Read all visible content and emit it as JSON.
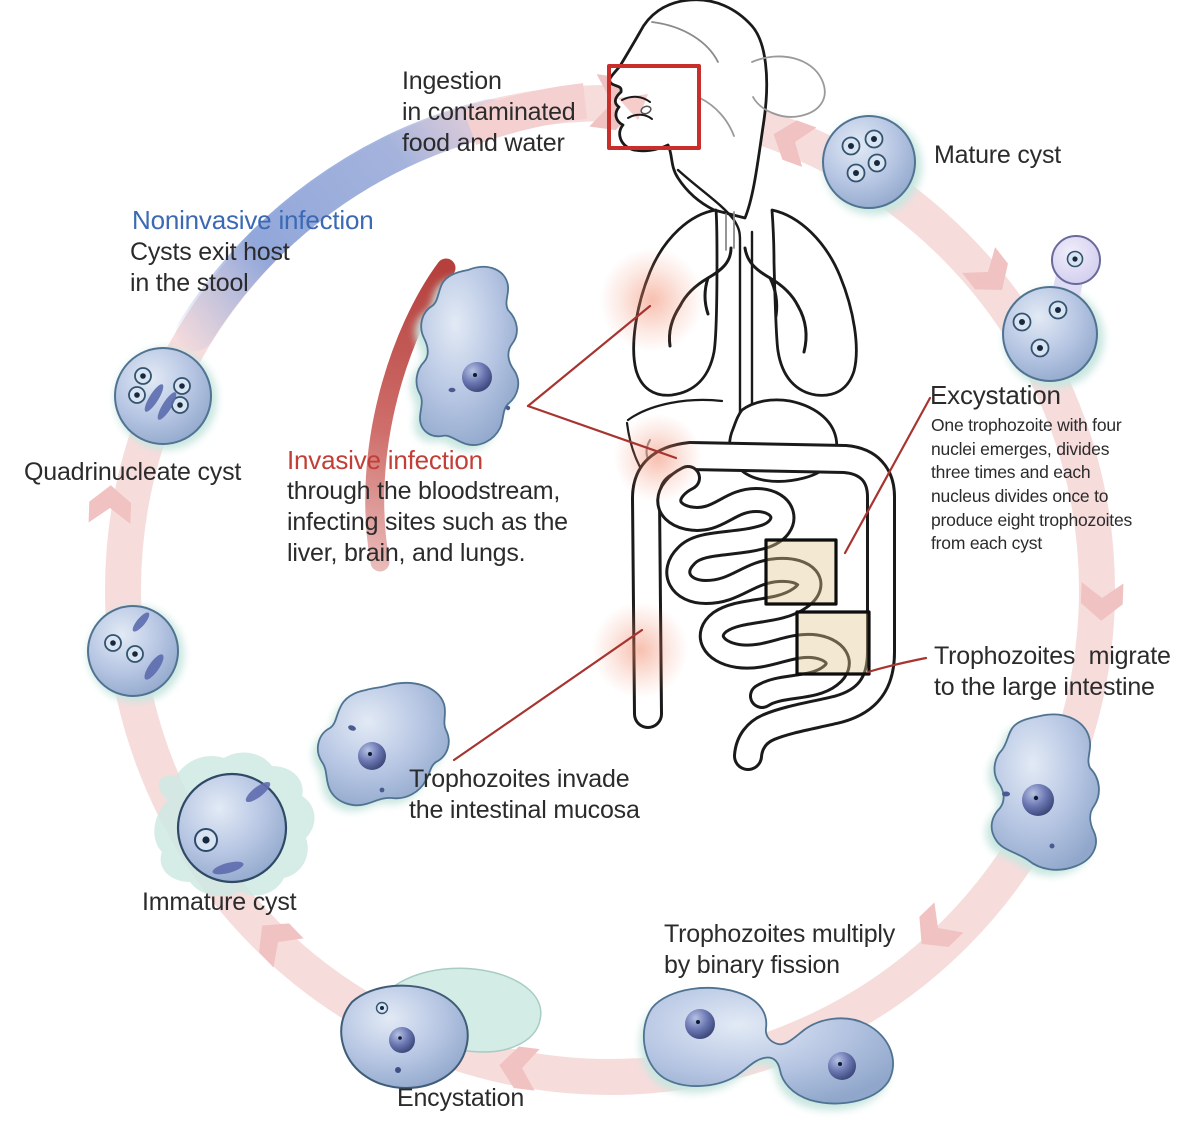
{
  "figure": {
    "subject": "Parasite life cycle diagram",
    "cycle": {
      "stages": [
        {
          "id": "ingestion",
          "label": "Ingestion\nin contaminated\nfood and water"
        },
        {
          "id": "mature-cyst",
          "label": "Mature cyst"
        },
        {
          "id": "excystation",
          "label": "Excystation",
          "description": "One trophozoite with four\nnuclei emerges, divides\nthree times and each\nnucleus divides once to\nproduce eight trophozoites\nfrom each cyst"
        },
        {
          "id": "migrate",
          "label": "Trophozoites  migrate\nto the large intestine"
        },
        {
          "id": "multiply",
          "label": "Trophozoites multiply\nby binary fission"
        },
        {
          "id": "encystation",
          "label": "Encystation"
        },
        {
          "id": "immature-cyst",
          "label": "Immature cyst"
        },
        {
          "id": "quadrinucleate-cyst",
          "label": "Quadrinucleate cyst"
        },
        {
          "id": "invade",
          "label": "Trophozoites invade\nthe intestinal mucosa"
        }
      ]
    },
    "pathways": {
      "noninvasive": {
        "title": "Noninvasive infection",
        "description": "Cysts exit host\nin the stool",
        "color": "#3b69b4"
      },
      "invasive": {
        "title": "Invasive infection",
        "description": "through the bloodstream,\ninfecting sites such as the\nliver, brain, and lungs.",
        "color": "#c23e36"
      }
    },
    "colors": {
      "cycle_ring": "#f7dcdc",
      "cycle_arrow": "#f1c2c2",
      "noninvasive_arc": "#8fa8d8",
      "invasive_arc": "#bc4440",
      "cell_body": "#b7c6e3",
      "cell_halo": "#c9e6e0",
      "inflammation_glow": "#f08060",
      "annotation_line": "#a83430",
      "mouth_box": "#c92f2a",
      "intestine_box_fill": "#e0c68c",
      "organ_outline": "#1a1a1a"
    }
  }
}
